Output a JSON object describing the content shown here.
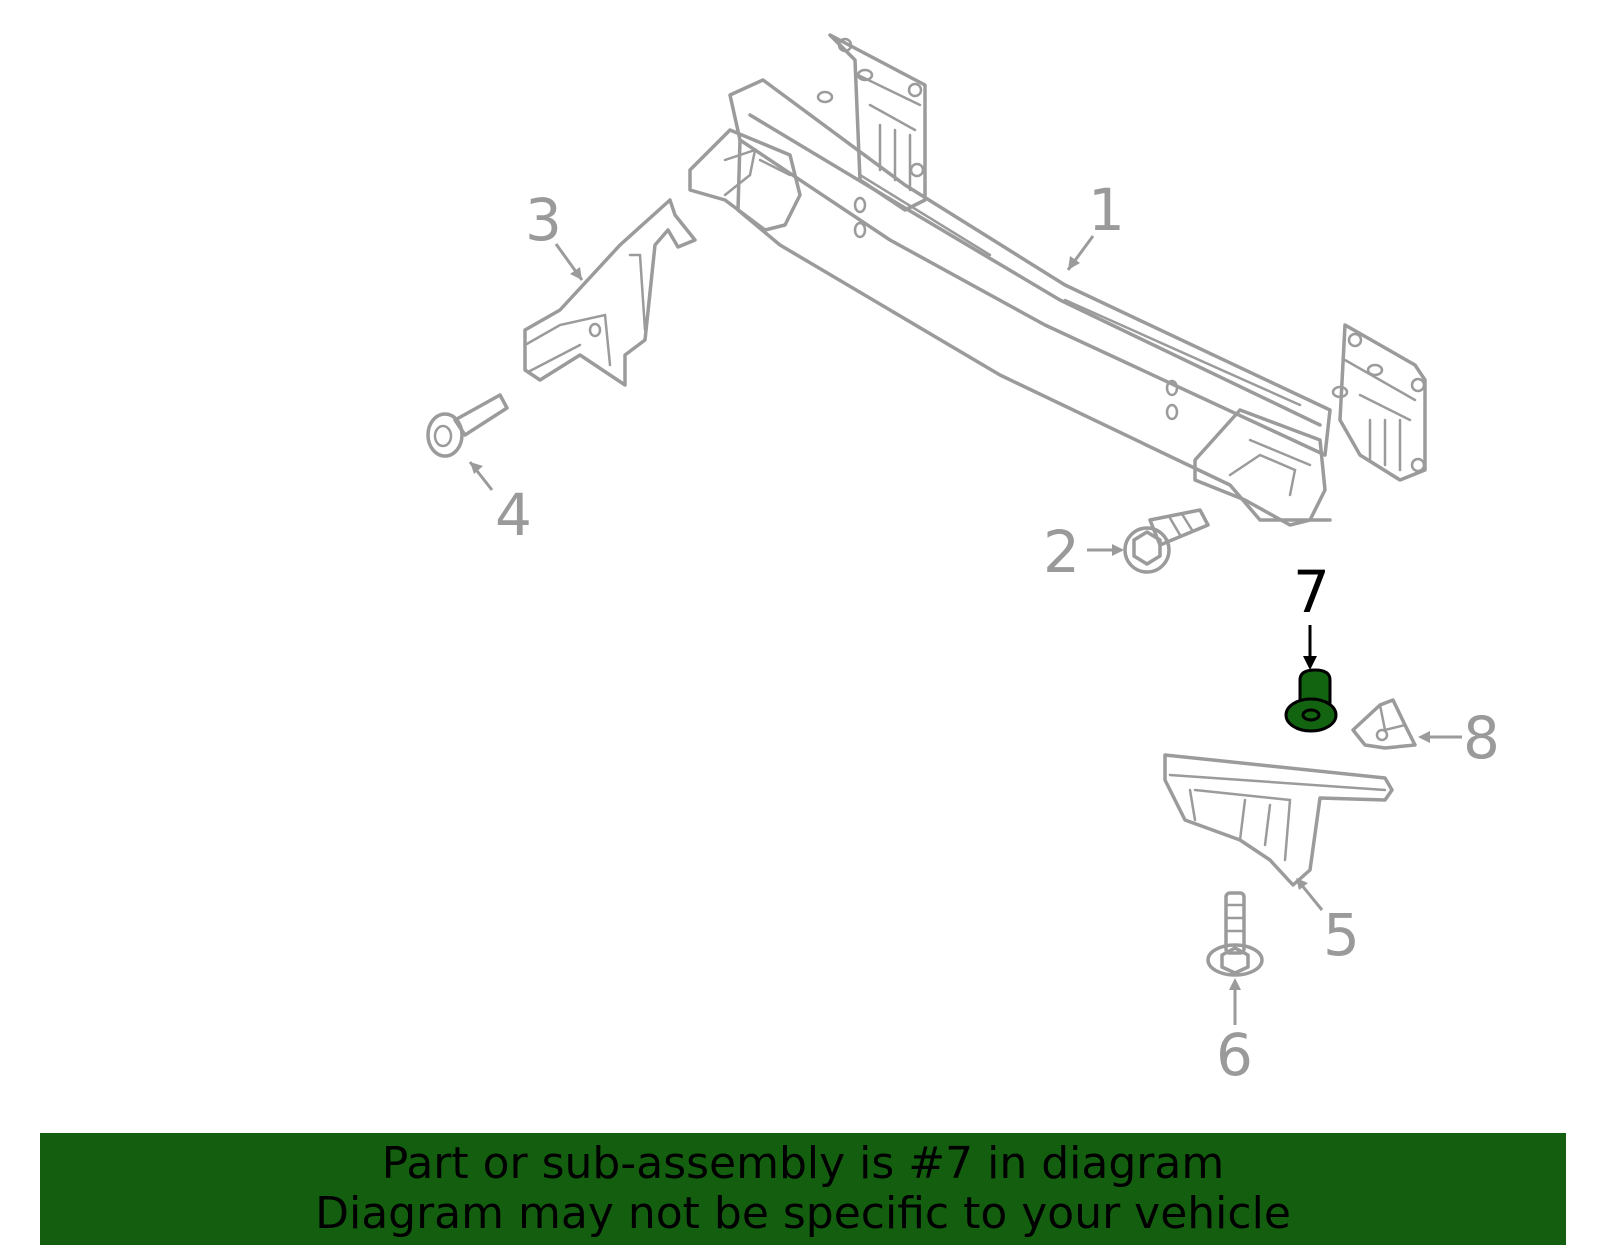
{
  "callouts": {
    "part_1": "1",
    "part_2": "2",
    "part_3": "3",
    "part_4": "4",
    "part_5": "5",
    "part_6": "6",
    "part_7": "7",
    "part_8": "8"
  },
  "highlighted_part": "7",
  "colors": {
    "outline": "#9b9b9b",
    "highlight_fill": "#136410",
    "banner_bg": "#135f0f",
    "banner_text": "#000000"
  },
  "banner": {
    "line1": "Part or sub-assembly is #7 in diagram",
    "line2": "Diagram may not be specific to your vehicle"
  }
}
